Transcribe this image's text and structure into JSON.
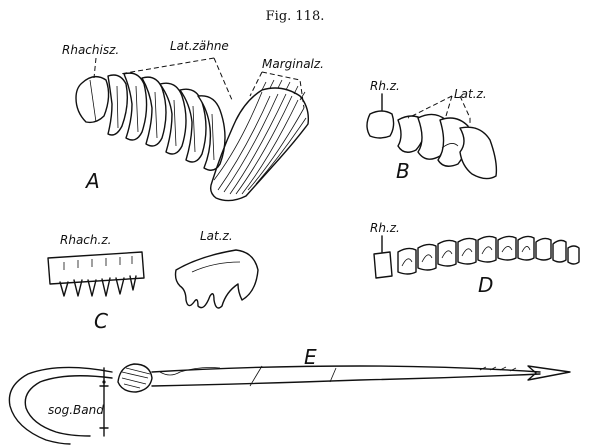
{
  "figure": {
    "caption": "Fig. 118."
  },
  "panel_a": {
    "letter": "A",
    "label_rhachis": "Rhachisz.",
    "label_lateral": "Lat.zähne",
    "label_marginal": "Marginalz."
  },
  "panel_b": {
    "letter": "B",
    "label_rhachis": "Rh.z.",
    "label_lateral": "Lat.z."
  },
  "panel_c": {
    "letter": "C",
    "label_rhachis": "Rhach.z.",
    "label_lateral": "Lat.z."
  },
  "panel_d": {
    "letter": "D",
    "label_rhachis": "Rh.z."
  },
  "panel_e": {
    "letter": "E",
    "label_band": "sog.Band"
  }
}
